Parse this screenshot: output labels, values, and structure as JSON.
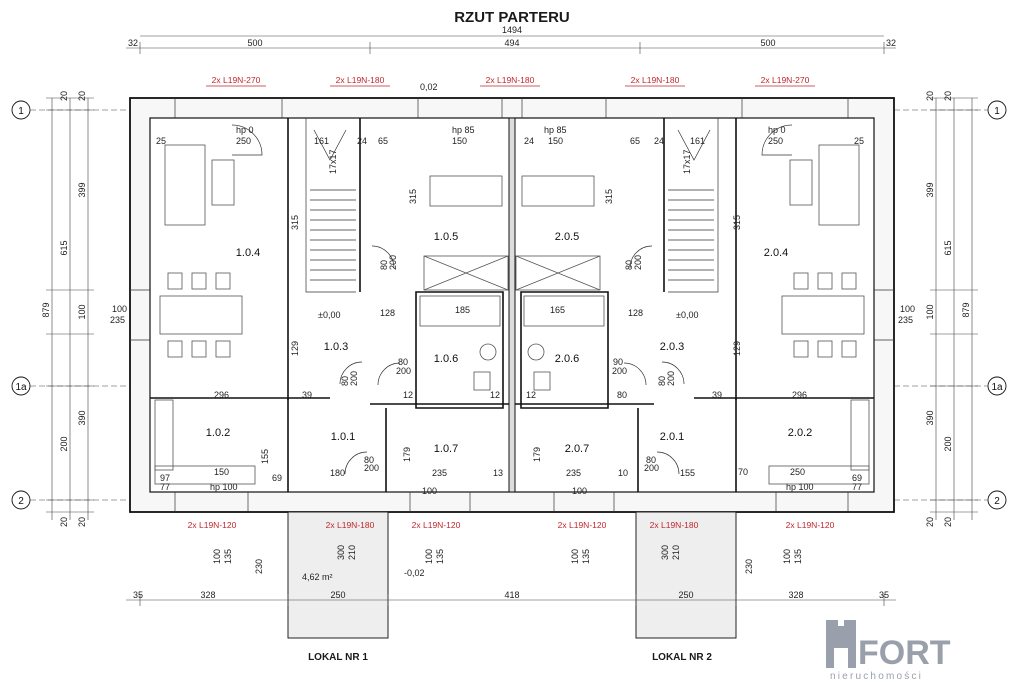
{
  "title": "RZUT PARTERU",
  "total_width": "1494",
  "top_dims": [
    "32",
    "500",
    "494",
    "500",
    "32"
  ],
  "bottom_dims": [
    "35",
    "328",
    "250",
    "418",
    "250",
    "328",
    "35"
  ],
  "left_dims_outer": [
    "879"
  ],
  "left_dims_mid": [
    "615",
    "200"
  ],
  "left_dims_inner": [
    "20",
    "399",
    "100",
    "390",
    "20"
  ],
  "left_dims_extra": [
    "20",
    "20"
  ],
  "axes": [
    "1",
    "1a",
    "2"
  ],
  "rooms": [
    {
      "id": "1.0.4"
    },
    {
      "id": "1.0.5"
    },
    {
      "id": "2.0.5"
    },
    {
      "id": "2.0.4"
    },
    {
      "id": "1.0.3"
    },
    {
      "id": "1.0.6"
    },
    {
      "id": "2.0.6"
    },
    {
      "id": "2.0.3"
    },
    {
      "id": "1.0.2"
    },
    {
      "id": "1.0.1"
    },
    {
      "id": "1.0.7"
    },
    {
      "id": "2.0.7"
    },
    {
      "id": "2.0.1"
    },
    {
      "id": "2.0.2"
    }
  ],
  "window_labels_top": [
    "2x L19N-270",
    "2x L19N-180",
    "2x L19N-180",
    "2x L19N-180",
    "2x L19N-270"
  ],
  "window_labels_bottom": [
    "2x L19N-120",
    "2x L19N-180",
    "2x L19N-120",
    "2x L19N-120",
    "2x L19N-180",
    "2x L19N-120"
  ],
  "levels": {
    "top": "0,02",
    "floor_left": "±0,00",
    "floor_right": "±0,00",
    "terrace": "-0,02"
  },
  "area": "4,62 m²",
  "local_labels": [
    "LOKAL NR 1",
    "LOKAL NR 2"
  ],
  "interior_dims": {
    "hp0": "hp 0",
    "hp85": "hp 85",
    "hp100": "hp 100",
    "d250": "250",
    "d161": "161",
    "d25": "25",
    "d24": "24",
    "d65": "65",
    "d150": "150",
    "d315": "315",
    "d129": "129",
    "d128": "128",
    "d185": "185",
    "d165": "165",
    "d296": "296",
    "d39": "39",
    "d12": "12",
    "d80": "80",
    "d200": "200",
    "d155": "155",
    "d180": "180",
    "d179": "179",
    "d235": "235",
    "d13": "13",
    "d97": "97",
    "d77": "77",
    "d69": "69",
    "d70": "70",
    "d10": "10",
    "d100": "100",
    "d90": "90",
    "d20": "20",
    "d300": "300",
    "d210": "210",
    "d135": "135",
    "d230": "230",
    "stairs": "17x17",
    "d100_235": "100",
    "d235b": "235"
  },
  "logo": {
    "brand": "FORT",
    "subtitle": "nieruchomości"
  }
}
